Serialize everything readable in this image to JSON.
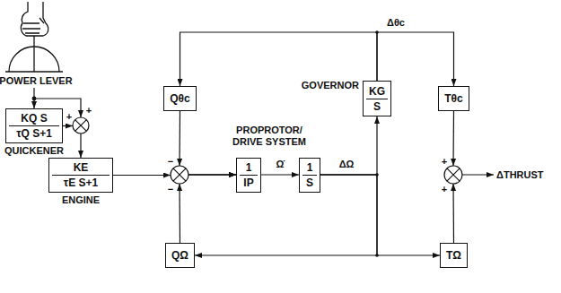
{
  "diagram": {
    "nodes": [
      {
        "text": [
          "KQ S",
          "τQ S+1",
          "QUICKENER"
        ]
      },
      {
        "text": [
          "KE",
          "τE S+1",
          "ENGINE"
        ]
      },
      {
        "text": [
          "Qθc"
        ]
      },
      {
        "text": [
          "QΩ"
        ]
      },
      {
        "text": [
          "1",
          "IP"
        ]
      },
      {
        "text": [
          "1",
          "S"
        ]
      },
      {
        "text": [
          "GOVERNOR",
          "KG",
          "S"
        ]
      },
      {
        "text": [
          "Tθc"
        ]
      },
      {
        "text": [
          "TΩ"
        ]
      }
    ],
    "edges": [
      {
        "from": 0,
        "to": 1,
        "arrow": "to"
      },
      {
        "from": 1,
        "to": 4,
        "arrow": "to"
      },
      {
        "from": 2,
        "to": 4,
        "arrow": "to"
      },
      {
        "from": 3,
        "to": 4,
        "arrow": "to"
      },
      {
        "from": 4,
        "to": 5,
        "arrow": "to"
      },
      {
        "from": 5,
        "to": 6,
        "arrow": "to"
      },
      {
        "from": 5,
        "to": 3,
        "arrow": "to"
      },
      {
        "from": 5,
        "to": 8,
        "arrow": "to"
      },
      {
        "from": 6,
        "to": 2,
        "arrow": "to"
      },
      {
        "from": 6,
        "to": 7,
        "arrow": "to"
      }
    ],
    "labels": [
      "POWER LEVER",
      "+",
      "+",
      "PROPROTOR/ DRIVE SYSTEM",
      "Ω̇",
      "ΔΩ",
      "Δθc",
      "−",
      "−",
      "+",
      "+",
      "ΔTHRUST"
    ]
  }
}
